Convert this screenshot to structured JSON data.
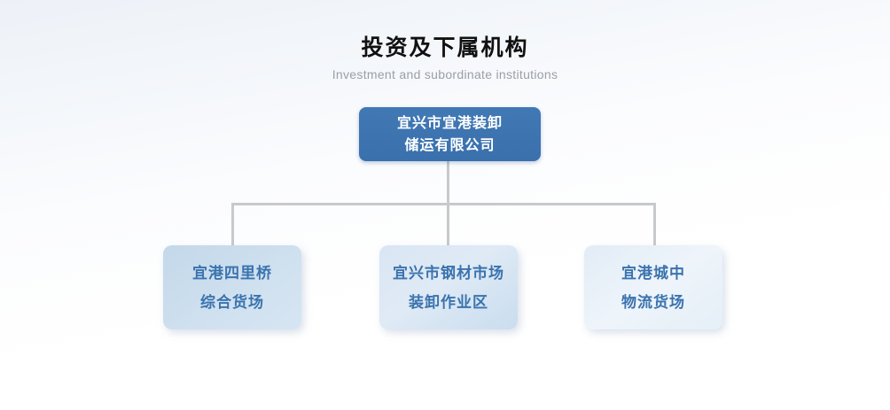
{
  "page": {
    "title": "投资及下属机构",
    "subtitle": "Investment and subordinate institutions"
  },
  "org_chart": {
    "root": {
      "lines": [
        "宜兴市宜港装卸",
        "储运有限公司"
      ]
    },
    "children": [
      {
        "lines": [
          "宜港四里桥",
          "综合货场"
        ]
      },
      {
        "lines": [
          "宜兴市钢材市场",
          "装卸作业区"
        ]
      },
      {
        "lines": [
          "宜港城中",
          "物流货场"
        ]
      }
    ]
  },
  "colors": {
    "root_box": "#3e74b0",
    "root_text": "#ffffff",
    "child_box_1": "#c9dcee",
    "child_box_2": "#d5e3f1",
    "child_box_3": "#e7f0f8",
    "child_text": "#3a73ae",
    "connector": "#c7c9cc",
    "title_text": "#111111",
    "subtitle_text": "#9aa0a6"
  }
}
